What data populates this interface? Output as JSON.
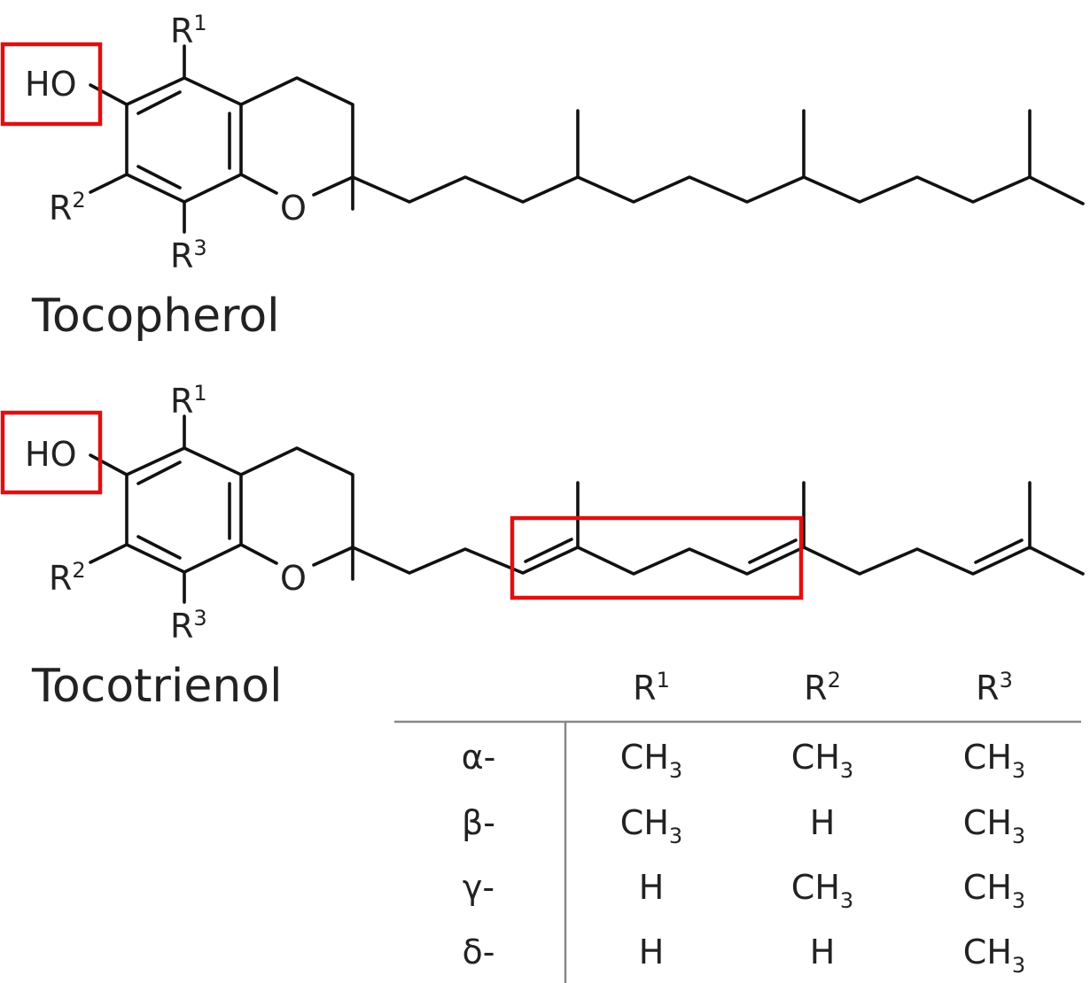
{
  "molecules": [
    {
      "name": "Tocopherol",
      "hydroxyl": "HO",
      "oxygen": "O",
      "r1": "R",
      "r1_sup": "1",
      "r2": "R",
      "r2_sup": "2",
      "r3": "R",
      "r3_sup": "3"
    },
    {
      "name": "Tocotrienol",
      "hydroxyl": "HO",
      "oxygen": "O",
      "r1": "R",
      "r1_sup": "1",
      "r2": "R",
      "r2_sup": "2",
      "r3": "R",
      "r3_sup": "3"
    }
  ],
  "highlight_color": "#e01010",
  "table": {
    "headers": [
      {
        "base": "R",
        "sup": "1"
      },
      {
        "base": "R",
        "sup": "2"
      },
      {
        "base": "R",
        "sup": "3"
      }
    ],
    "rows": [
      {
        "label": "α-",
        "cells": [
          {
            "b": "CH",
            "s": "3"
          },
          {
            "b": "CH",
            "s": "3"
          },
          {
            "b": "CH",
            "s": "3"
          }
        ]
      },
      {
        "label": "β-",
        "cells": [
          {
            "b": "CH",
            "s": "3"
          },
          {
            "b": "H",
            "s": ""
          },
          {
            "b": "CH",
            "s": "3"
          }
        ]
      },
      {
        "label": "γ-",
        "cells": [
          {
            "b": "H",
            "s": ""
          },
          {
            "b": "CH",
            "s": "3"
          },
          {
            "b": "CH",
            "s": "3"
          }
        ]
      },
      {
        "label": "δ-",
        "cells": [
          {
            "b": "H",
            "s": ""
          },
          {
            "b": "H",
            "s": ""
          },
          {
            "b": "CH",
            "s": "3"
          }
        ]
      }
    ]
  }
}
